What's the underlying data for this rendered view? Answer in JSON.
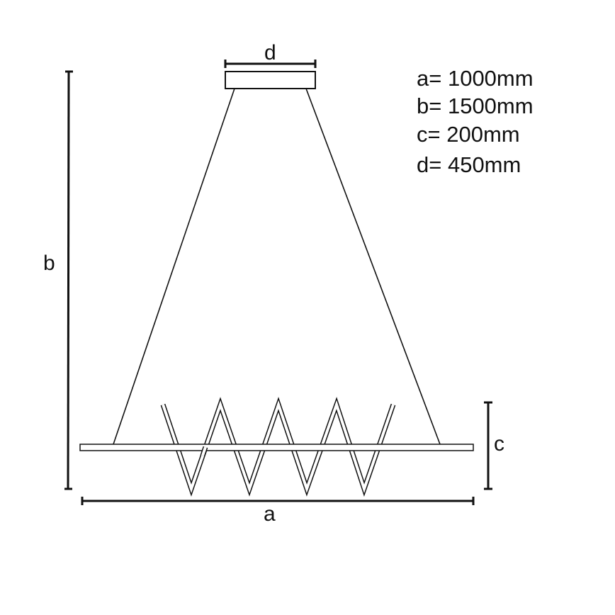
{
  "specs": [
    {
      "key": "a",
      "text": "a= 1000mm",
      "value_mm": 1000
    },
    {
      "key": "b",
      "text": "b= 1500mm",
      "value_mm": 1500
    },
    {
      "key": "c",
      "text": "c= 200mm",
      "value_mm": 200
    },
    {
      "key": "d",
      "text": "d= 450mm",
      "value_mm": 450
    }
  ],
  "labels": {
    "a": "a",
    "b": "b",
    "c": "c",
    "d": "d"
  },
  "colors": {
    "line": "#111111",
    "background": "#ffffff"
  }
}
